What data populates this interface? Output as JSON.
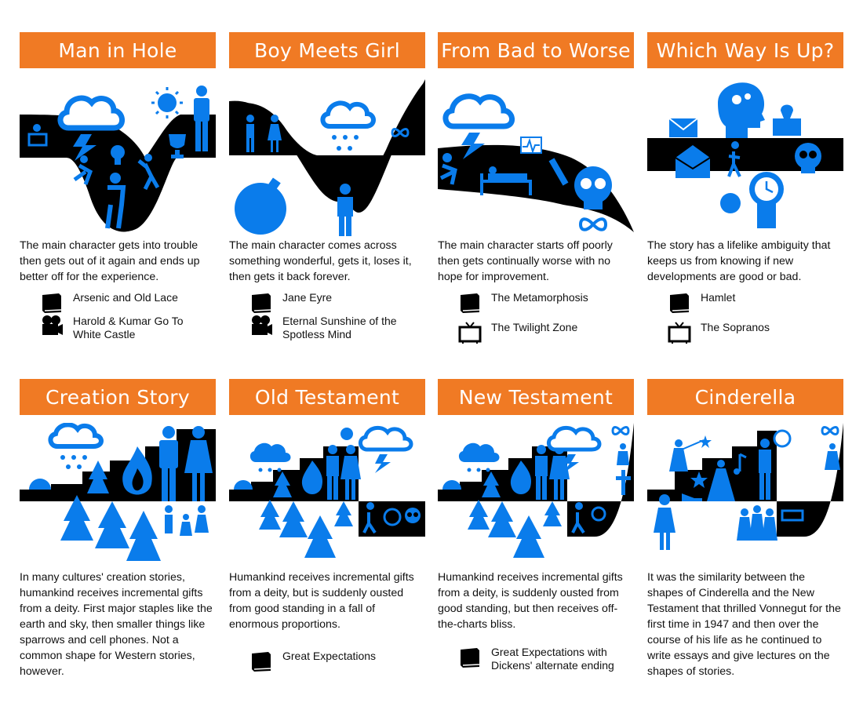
{
  "colors": {
    "accent": "#F07A24",
    "blue": "#0A7CEB",
    "ink": "#000000"
  },
  "panels": [
    {
      "title": "Man in Hole",
      "description": "The main character gets into trouble then gets out of it again and ends up better off for the experience.",
      "refs": [
        {
          "icon": "book-icon",
          "label": "Arsenic and Old Lace"
        },
        {
          "icon": "film-camera-icon",
          "label": "Harold & Kumar Go To White Castle"
        }
      ]
    },
    {
      "title": "Boy Meets Girl",
      "description": "The main character comes across something wonderful, gets it, loses it, then gets it back forever.",
      "refs": [
        {
          "icon": "book-icon",
          "label": "Jane Eyre"
        },
        {
          "icon": "film-camera-icon",
          "label": "Eternal Sunshine of the Spotless Mind"
        }
      ]
    },
    {
      "title": "From Bad to Worse",
      "description": "The main character starts off poorly then gets continually worse with no hope for improvement.",
      "refs": [
        {
          "icon": "book-icon",
          "label": "The Metamorphosis"
        },
        {
          "icon": "tv-icon",
          "label": "The Twilight Zone"
        }
      ]
    },
    {
      "title": "Which Way Is Up?",
      "description": "The story has a lifelike ambiguity that keeps us from knowing if new developments are good or bad.",
      "refs": [
        {
          "icon": "book-icon",
          "label": "Hamlet"
        },
        {
          "icon": "tv-icon",
          "label": "The Sopranos"
        }
      ]
    },
    {
      "title": "Creation Story",
      "description": "In many cultures' creation stories, humankind receives incremental gifts from a deity. First major staples like the earth and sky, then smaller things like sparrows and cell phones. Not a common shape for Western stories, however.",
      "refs": []
    },
    {
      "title": "Old Testament",
      "description": "Humankind receives incremental gifts from a deity, but is suddenly ousted from good standing in a fall of enormous proportions.",
      "refs": [
        {
          "icon": "book-icon",
          "label": "Great Expectations"
        }
      ]
    },
    {
      "title": "New Testament",
      "description": "Humankind receives incremental gifts from a deity, is suddenly ousted from good standing, but then receives off-the-charts bliss.",
      "refs": [
        {
          "icon": "book-icon",
          "label": "Great Expectations with Dickens' alternate ending"
        }
      ]
    },
    {
      "title": "Cinderella",
      "description": "It was the similarity between the shapes of Cinderella and the New Testament that thrilled Vonnegut for the first time in 1947 and then over the course of his life as he continued to write essays and give lectures on the shapes of stories.",
      "refs": []
    }
  ]
}
